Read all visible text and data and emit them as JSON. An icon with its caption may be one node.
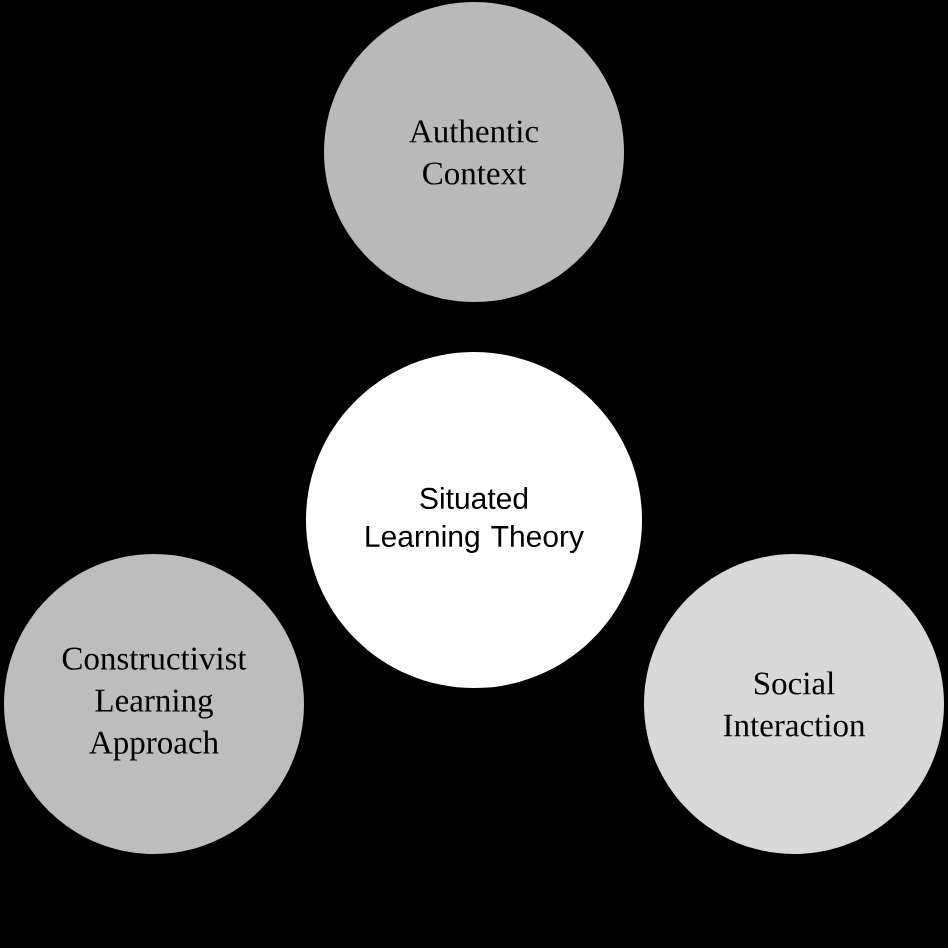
{
  "diagram": {
    "nodes": [
      {
        "text": [
          "Authentic Context"
        ]
      },
      {
        "text": [
          "Situated Learning Theory"
        ]
      },
      {
        "text": [
          "Constructivist Learning Approach"
        ]
      },
      {
        "text": [
          "Social Interaction"
        ]
      }
    ]
  }
}
